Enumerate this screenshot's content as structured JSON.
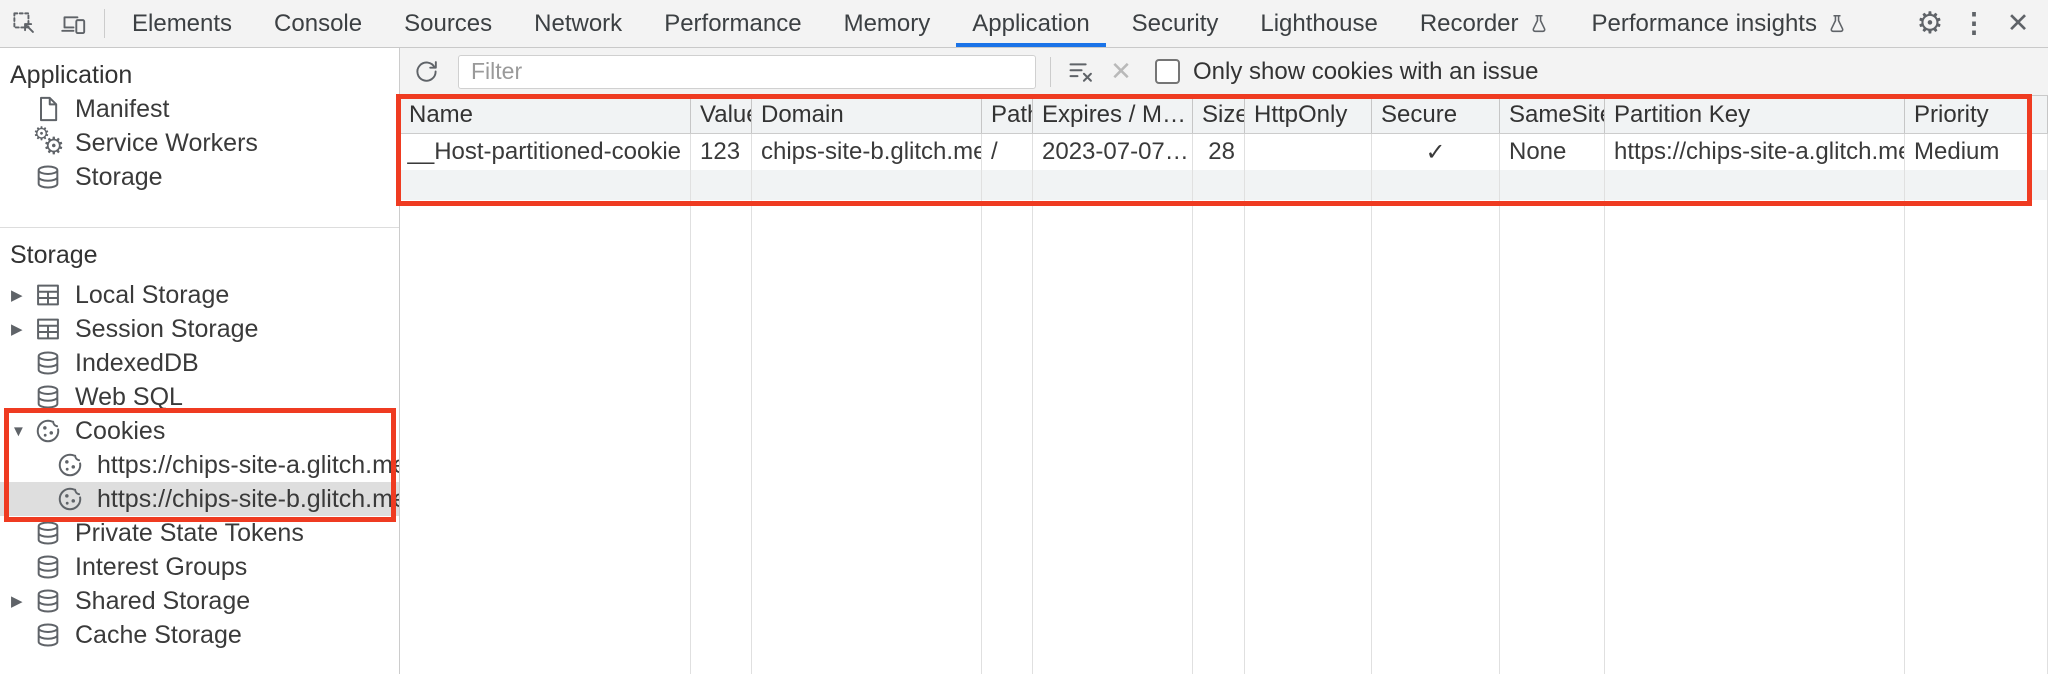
{
  "toolbar": {
    "tabs": [
      "Elements",
      "Console",
      "Sources",
      "Network",
      "Performance",
      "Memory",
      "Application",
      "Security",
      "Lighthouse",
      "Recorder",
      "Performance insights"
    ],
    "active_tab": "Application"
  },
  "icons": {
    "gear": "⚙",
    "kebab": "⋮",
    "close": "✕",
    "gray_x": "✕",
    "tree_expanded": "▼",
    "tree_collapsed": "▶",
    "checkmark": "✓",
    "service_worker_gear": "⚙"
  },
  "filter_bar": {
    "filter_placeholder": "Filter",
    "only_issue_label": "Only show cookies with an issue"
  },
  "sidebar": {
    "sections": [
      {
        "title": "Application",
        "items": [
          {
            "label": "Manifest"
          },
          {
            "label": "Service Workers"
          },
          {
            "label": "Storage"
          }
        ]
      },
      {
        "title": "Storage",
        "items": [
          {
            "label": "Local Storage"
          },
          {
            "label": "Session Storage"
          },
          {
            "label": "IndexedDB"
          },
          {
            "label": "Web SQL"
          },
          {
            "label": "Cookies"
          },
          {
            "label": "https://chips-site-a.glitch.me"
          },
          {
            "label": "https://chips-site-b.glitch.me"
          },
          {
            "label": "Private State Tokens"
          },
          {
            "label": "Interest Groups"
          },
          {
            "label": "Shared Storage"
          },
          {
            "label": "Cache Storage"
          }
        ]
      }
    ],
    "selected_item": "https://chips-site-b.glitch.me"
  },
  "cookies_table": {
    "columns": [
      "Name",
      "Value",
      "Domain",
      "Path",
      "Expires / M…",
      "Size",
      "HttpOnly",
      "Secure",
      "SameSite",
      "Partition Key",
      "Priority"
    ],
    "rows": [
      {
        "name": "__Host-partitioned-cookie",
        "value": "123",
        "domain": "chips-site-b.glitch.me",
        "path": "/",
        "expires": "2023-07-07…",
        "size": "28",
        "http_only": "",
        "secure": "✓",
        "same_site": "None",
        "partition_key": "https://chips-site-a.glitch.me",
        "priority": "Medium"
      }
    ]
  },
  "colors": {
    "accent_blue": "#1a73e8",
    "highlight_red": "#ef3b21",
    "selected_gray": "#dedede",
    "header_gray": "#f1f3f4"
  }
}
